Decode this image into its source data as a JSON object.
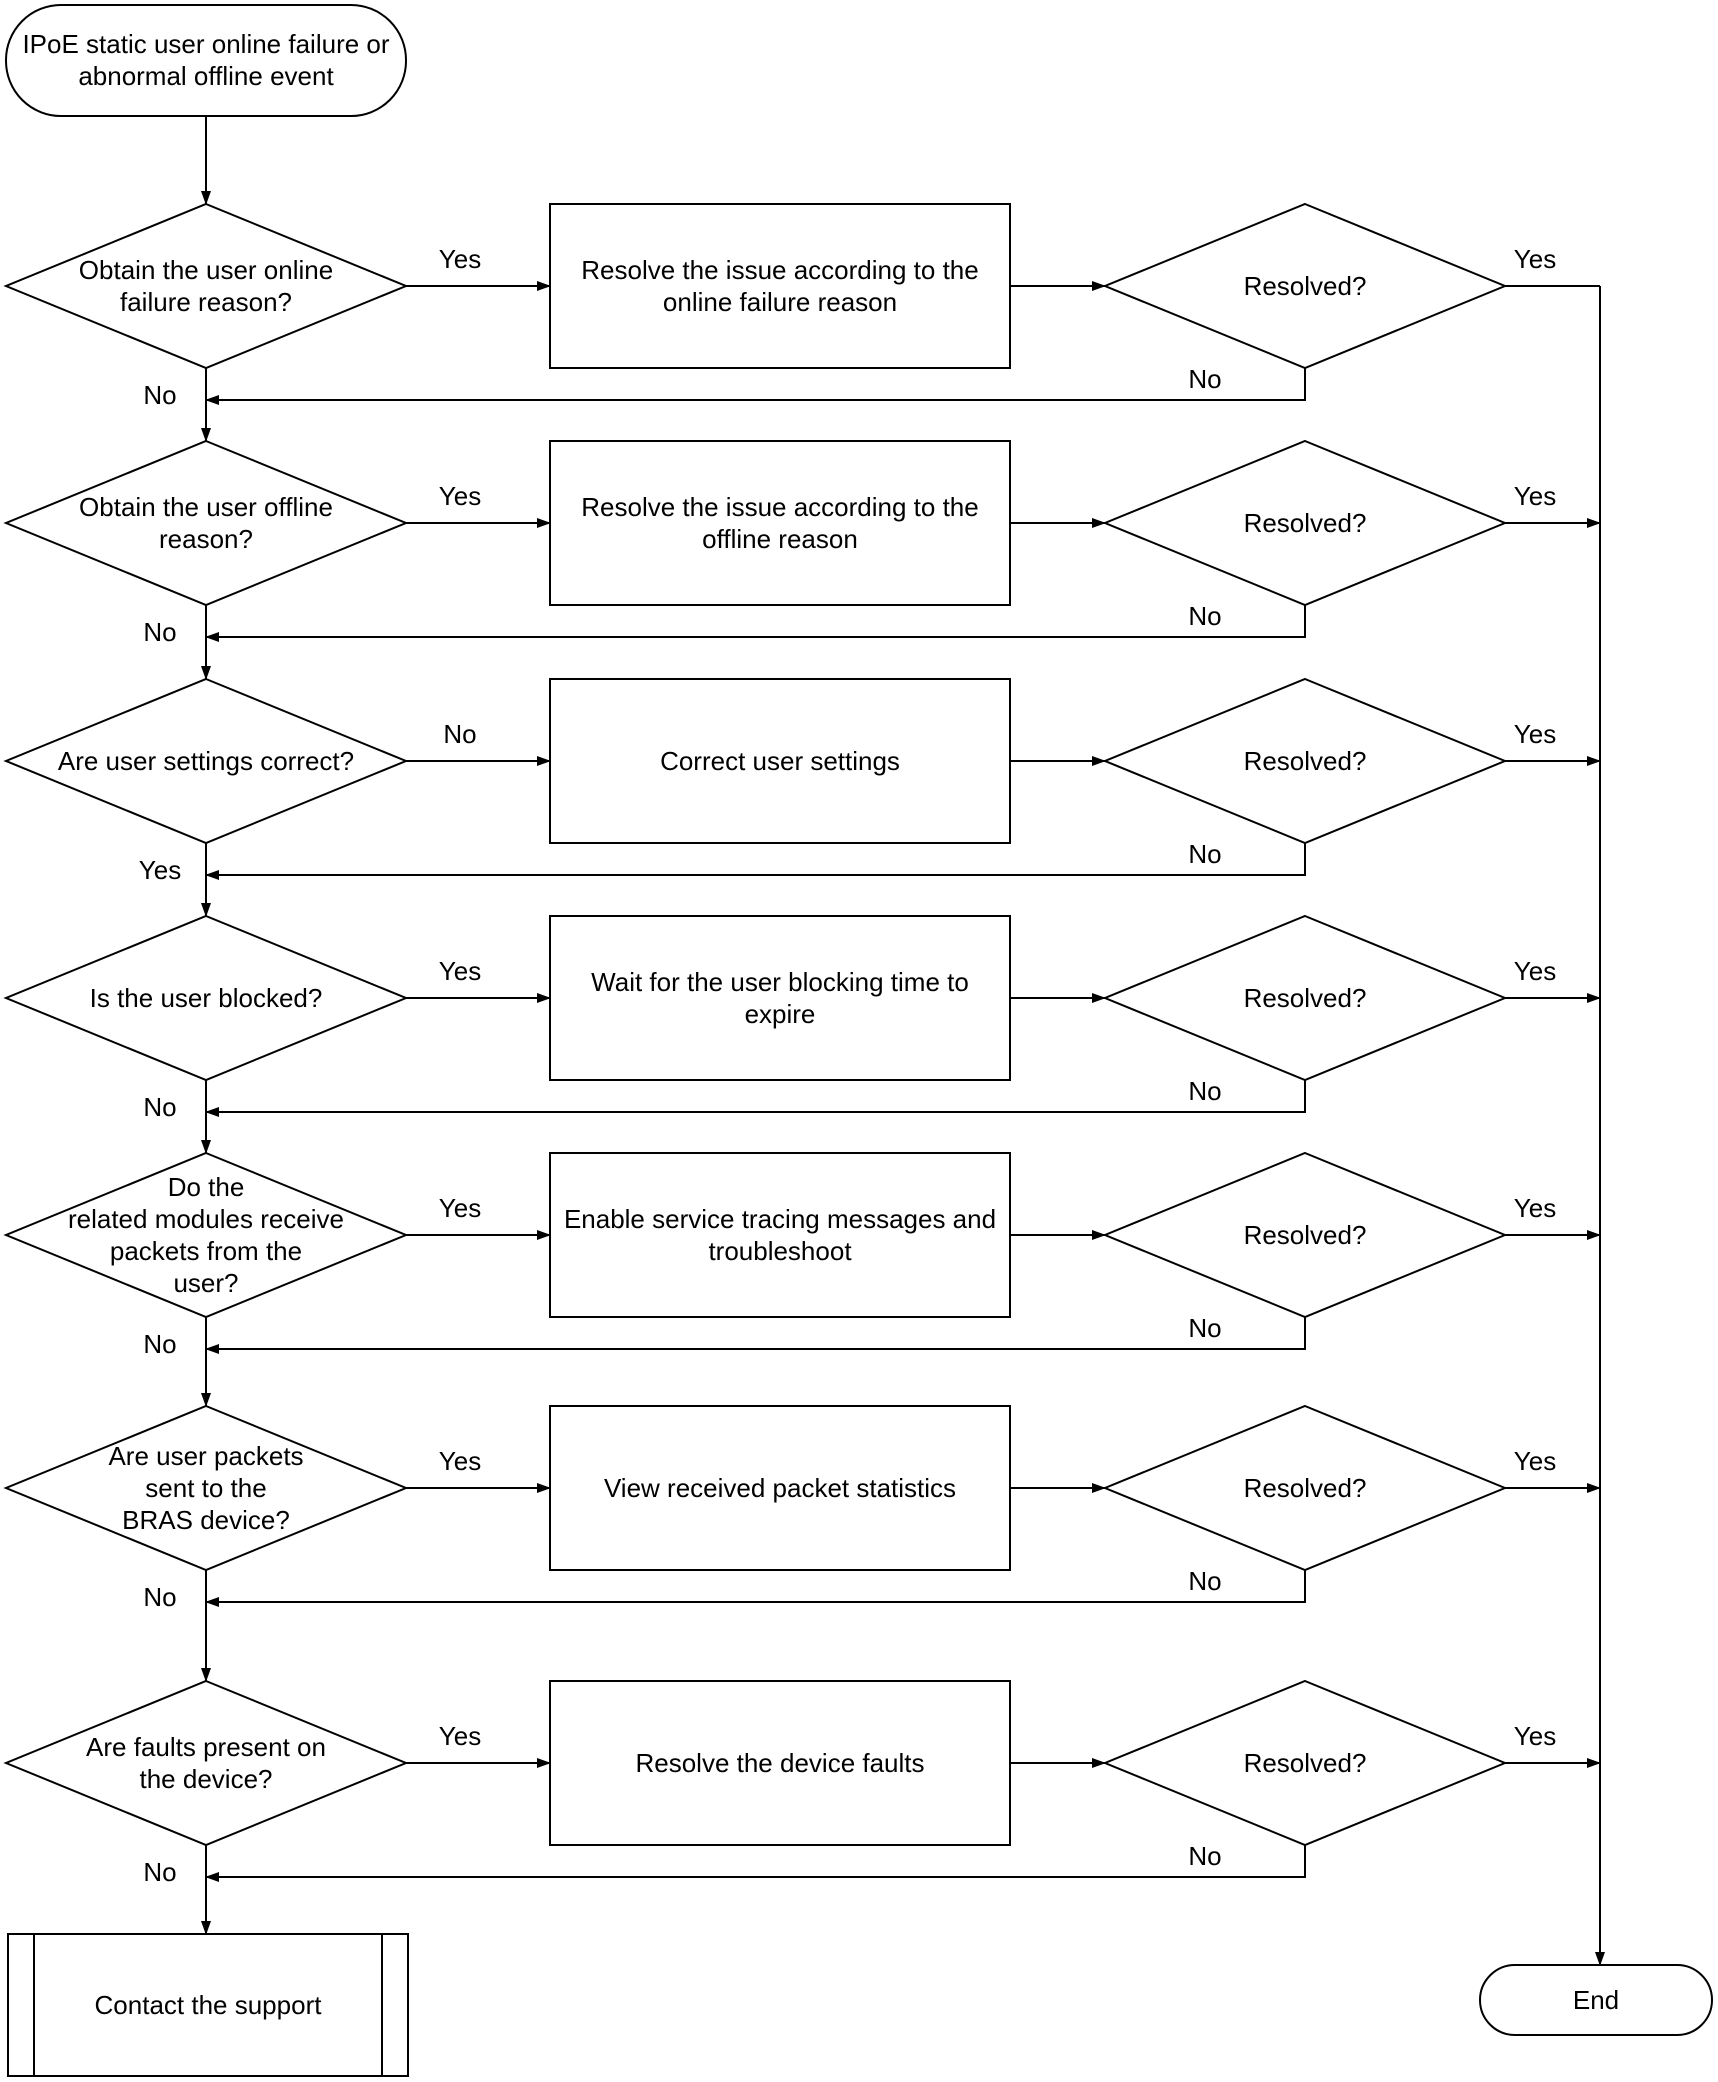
{
  "start": {
    "lines": [
      "IPoE static user online failure or",
      "abnormal offline event"
    ]
  },
  "end": {
    "label": "End"
  },
  "support": {
    "label": "Contact the support"
  },
  "steps": [
    {
      "question": [
        "Obtain the user online",
        "failure reason?"
      ],
      "branch_label": "Yes",
      "action": [
        "Resolve the issue according to the",
        "online failure reason"
      ],
      "resolved": "Resolved?",
      "resolved_yes": "Yes",
      "resolved_no": "No",
      "down_label": "No"
    },
    {
      "question": [
        "Obtain the user offline",
        "reason?"
      ],
      "branch_label": "Yes",
      "action": [
        "Resolve the issue according to the",
        "offline reason"
      ],
      "resolved": "Resolved?",
      "resolved_yes": "Yes",
      "resolved_no": "No",
      "down_label": "No"
    },
    {
      "question": [
        "Are user settings correct?"
      ],
      "branch_label": "No",
      "action": [
        "Correct user settings"
      ],
      "resolved": "Resolved?",
      "resolved_yes": "Yes",
      "resolved_no": "No",
      "down_label": "Yes"
    },
    {
      "question": [
        "Is the user blocked?"
      ],
      "branch_label": "Yes",
      "action": [
        "Wait for the user blocking time to",
        "expire"
      ],
      "resolved": "Resolved?",
      "resolved_yes": "Yes",
      "resolved_no": "No",
      "down_label": "No"
    },
    {
      "question": [
        "Do the",
        "related modules receive",
        "packets from the",
        "user?"
      ],
      "branch_label": "Yes",
      "action": [
        "Enable service tracing messages and",
        "troubleshoot"
      ],
      "resolved": "Resolved?",
      "resolved_yes": "Yes",
      "resolved_no": "No",
      "down_label": "No"
    },
    {
      "question": [
        "Are user packets",
        "sent to the",
        "BRAS device?"
      ],
      "branch_label": "Yes",
      "action": [
        "View received packet statistics"
      ],
      "resolved": "Resolved?",
      "resolved_yes": "Yes",
      "resolved_no": "No",
      "down_label": "No"
    },
    {
      "question": [
        "Are faults present on",
        "the device?"
      ],
      "branch_label": "Yes",
      "action": [
        "Resolve the device faults"
      ],
      "resolved": "Resolved?",
      "resolved_yes": "Yes",
      "resolved_no": "No",
      "down_label": "No"
    }
  ]
}
